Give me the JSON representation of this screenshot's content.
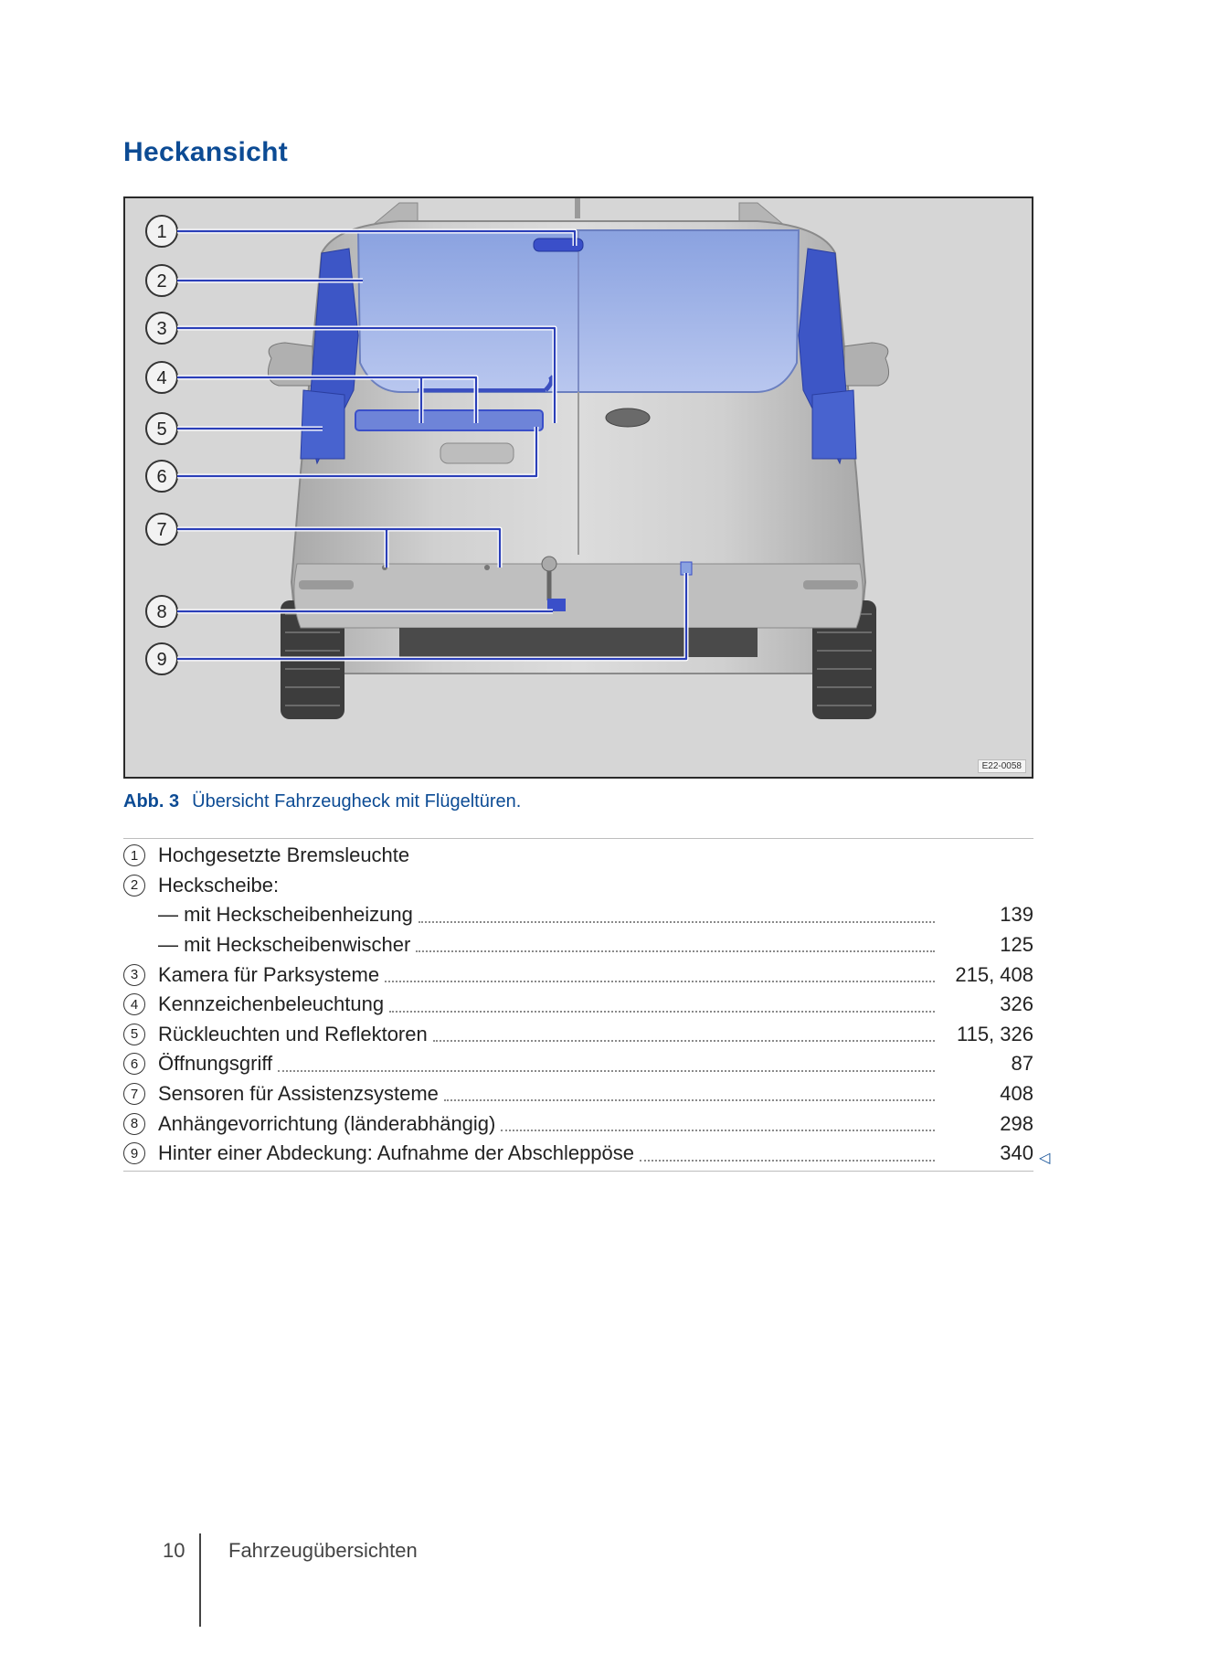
{
  "title": "Heckansicht",
  "figure": {
    "callouts": [
      "1",
      "2",
      "3",
      "4",
      "5",
      "6",
      "7",
      "8",
      "9"
    ],
    "code": "E22-0058",
    "colors": {
      "highlight": "#3a4fc9",
      "leader": "#2b3fb8",
      "background": "#d6d6d6"
    }
  },
  "caption": {
    "label": "Abb. 3",
    "text": "Übersicht Fahrzeugheck mit Flügeltüren."
  },
  "legend": [
    {
      "num": "1",
      "label": "Hochgesetzte Bremsleuchte",
      "page": ""
    },
    {
      "num": "2",
      "label": "Heckscheibe:",
      "page": ""
    },
    {
      "num": "",
      "label": "— mit Heckscheibenheizung",
      "page": "139"
    },
    {
      "num": "",
      "label": "— mit Heckscheibenwischer",
      "page": "125"
    },
    {
      "num": "3",
      "label": "Kamera für Parksysteme",
      "page": "215, 408"
    },
    {
      "num": "4",
      "label": "Kennzeichenbeleuchtung",
      "page": "326"
    },
    {
      "num": "5",
      "label": "Rückleuchten und Reflektoren",
      "page": "115, 326"
    },
    {
      "num": "6",
      "label": "Öffnungsgriff",
      "page": "87"
    },
    {
      "num": "7",
      "label": "Sensoren für Assistenzsysteme",
      "page": "408"
    },
    {
      "num": "8",
      "label": "Anhängevorrichtung (länderabhängig)",
      "page": "298"
    },
    {
      "num": "9",
      "label": "Hinter einer Abdeckung: Aufnahme der Abschleppöse",
      "page": "340"
    }
  ],
  "end_mark": "◁",
  "footer": {
    "page_number": "10",
    "section": "Fahrzeugübersichten"
  }
}
